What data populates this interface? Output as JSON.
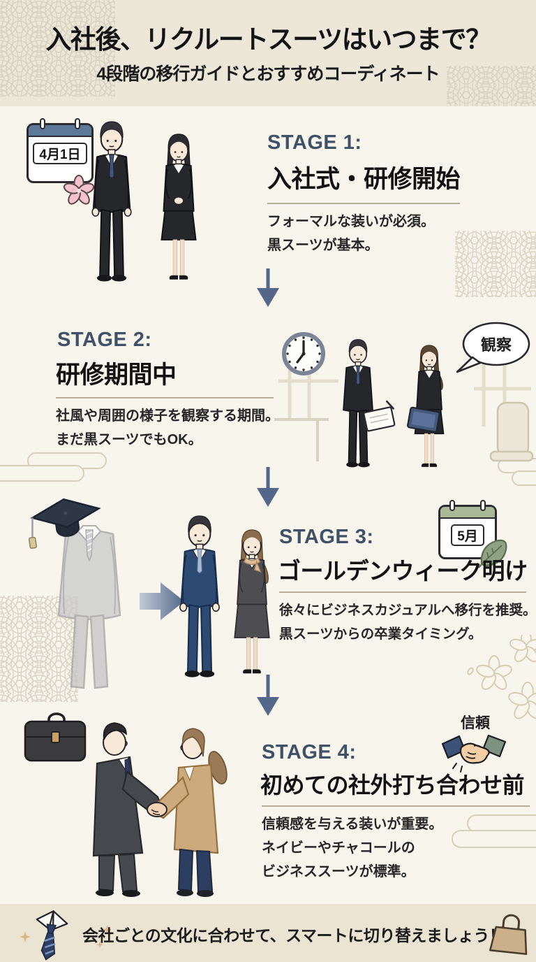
{
  "header": {
    "title": "入社後、リクルートスーツはいつまで？",
    "subtitle": "4段階の移行ガイドとおすすめコーディネート"
  },
  "stages": [
    {
      "label": "STAGE 1:",
      "title": "入社式・研修開始",
      "desc_lines": [
        "フォーマルな装いが必須。",
        "黒スーツが基本。"
      ],
      "calendar_label": "4月1日"
    },
    {
      "label": "STAGE 2:",
      "title": "研修期間中",
      "desc_lines": [
        "社風や周囲の様子を観察する期間。",
        "まだ黒スーツでもOK。"
      ],
      "bubble_label": "観察"
    },
    {
      "label": "STAGE 3:",
      "title": "ゴールデンウィーク明け",
      "desc_lines": [
        "徐々にビジネスカジュアルへ移行を推奨。",
        "黒スーツからの卒業タイミング。"
      ],
      "calendar_label": "5月"
    },
    {
      "label": "STAGE 4:",
      "title": "初めての社外打ち合わせ前",
      "desc_lines": [
        "信頼感を与える装いが重要。",
        "ネイビーやチャコールの",
        "ビジネススーツが標準。"
      ],
      "handshake_label": "信頼"
    }
  ],
  "footer": {
    "message": "会社ごとの文化に合わせて、スマートに切り替えましょう！"
  },
  "icons": {
    "stage1": [
      "calendar-april-icon",
      "sakura-icon"
    ],
    "stage2": [
      "wall-clock-icon",
      "speech-bubble-icon"
    ],
    "stage3": [
      "graduation-cap-icon",
      "calendar-may-icon",
      "leaf-icon",
      "transition-arrow-icon"
    ],
    "stage4": [
      "briefcase-icon",
      "handshake-icon"
    ],
    "footer": [
      "necktie-icon",
      "tote-bag-icon"
    ],
    "decor": [
      "seigaiha-wave-pattern",
      "cloud-motif",
      "sakura-outline-blossoms",
      "down-arrow"
    ]
  },
  "colors": {
    "page_bg": "#f8f5ed",
    "header_bg": "#ece7d9",
    "footer_bg": "#ebe4d3",
    "stage_label": "#3f5166",
    "arrow": "#54678a",
    "divider": "#b6ae9d",
    "calendar_april_header": "#5d7899",
    "calendar_may_header": "#a9b998",
    "black_suit": "#26272b",
    "navy_suit": "#2d4a73",
    "charcoal_suit": "#4d4d52",
    "beige_jacket": "#cda97e",
    "sakura_pink": "#f5c2cd"
  }
}
